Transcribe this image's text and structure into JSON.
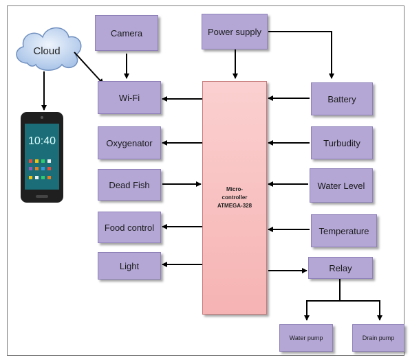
{
  "cloud": {
    "label": "Cloud"
  },
  "phone": {
    "time": "10:40"
  },
  "mcu": {
    "line1": "Micro-",
    "line2": "controller",
    "line3": "ATMEGA-328"
  },
  "blocks": {
    "camera": "Camera",
    "power_supply": "Power supply",
    "wifi": "Wi-Fi",
    "oxygenator": "Oxygenator",
    "dead_fish": "Dead Fish",
    "food_control": "Food control",
    "light": "Light",
    "battery": "Battery",
    "turbudity": "Turbudity",
    "water_level": "Water Level",
    "temperature": "Temperature",
    "relay": "Relay",
    "water_pump": "Water pump",
    "drain_pump": "Drain pump"
  },
  "colors": {
    "block_fill": "#b4a7d6",
    "mcu_fill": "#f6b3b3",
    "cloud_fill": "#c6d9f1",
    "line": "#000000"
  }
}
